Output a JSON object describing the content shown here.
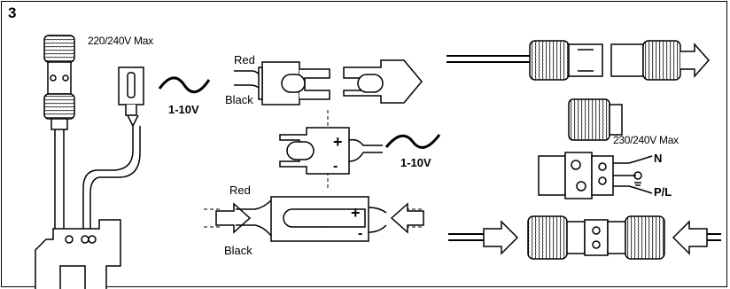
{
  "figure": {
    "step_number": "3",
    "labels": {
      "voltage_top": "220/240V Max",
      "voltage_right": "230/240V Max",
      "red_top": "Red",
      "black_top": "Black",
      "dim_range_left": "1-10V",
      "dim_range_mid": "1-10V",
      "red_bottom": "Red",
      "black_bottom": "Black",
      "neutral": "N",
      "phase": "P/L"
    },
    "colors": {
      "line": "#000000",
      "background": "#ffffff"
    }
  }
}
